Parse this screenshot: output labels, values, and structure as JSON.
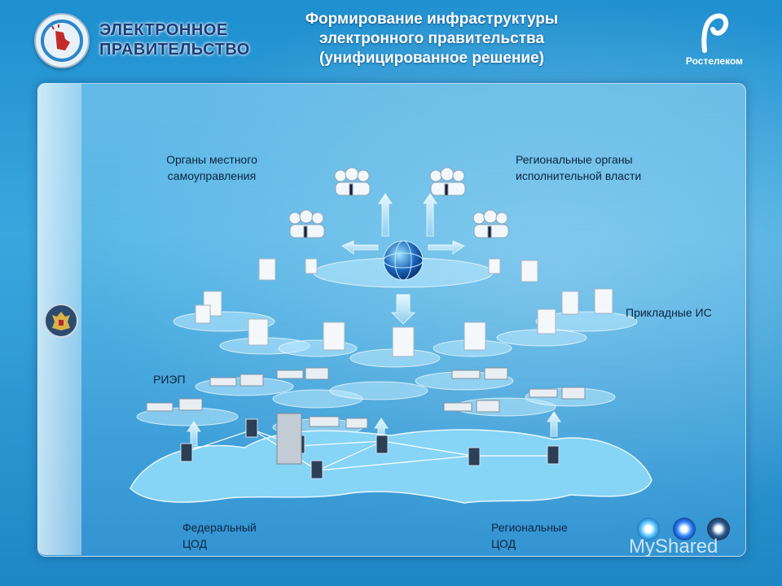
{
  "header": {
    "title_lines": [
      "Формирование инфраструктуры",
      "электронного правительства",
      "(унифицированное решение)"
    ]
  },
  "logo_left": {
    "line1": "ЭЛЕКТРОННОЕ",
    "line2": "ПРАВИТЕЛЬСТВО",
    "icon": "hand-pointer-icon"
  },
  "logo_right": {
    "label": "Ростелеком",
    "icon": "rostelecom-r-icon"
  },
  "labels": {
    "local_government": [
      "Органы местного",
      "самоуправления"
    ],
    "regional_executive": [
      "Региональные органы",
      "исполнительной власти"
    ],
    "applied_is": "Прикладные ИС",
    "rieps": "РИЭП",
    "federal_dc": [
      "Федеральный",
      "ЦОД"
    ],
    "regional_dc": [
      "Региональные",
      "ЦОД"
    ]
  },
  "watermark": "MyShared",
  "colors": {
    "background": "#2a9ad6",
    "title_text": "#ffffff",
    "label_text": "#0d2440",
    "logo_text": "#1c3c78",
    "map": "#7fd0f5"
  }
}
